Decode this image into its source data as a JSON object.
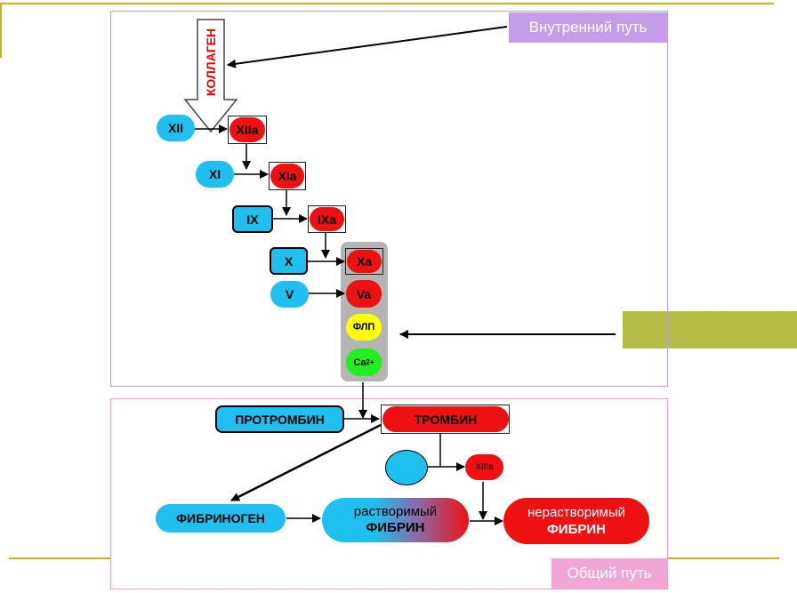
{
  "labels": {
    "internal_path": "Внутренний путь",
    "common_path": "Общий путь",
    "collagen": "КОЛЛАГЕН"
  },
  "factors": {
    "xii": "XII",
    "xiia": "XIIa",
    "xi": "XI",
    "xia": "XIa",
    "ix": "IX",
    "ixa": "IXa",
    "x": "X",
    "xa": "Xa",
    "v": "V",
    "va": "Va",
    "flp": "ФЛП",
    "ca": "Ca",
    "ca_sup": "2+",
    "xiiia": "XIIIa"
  },
  "common": {
    "prothrombin": "ПРОТРОМБИН",
    "thrombin": "ТРОМБИН",
    "fibrinogen": "ФИБРИНОГЕН",
    "soluble_fibrin_1": "растворимый",
    "soluble_fibrin_2": "ФИБРИН",
    "insoluble_fibrin_1": "нерастворимый",
    "insoluble_fibrin_2": "ФИБРИН"
  },
  "colors": {
    "gold": "#c9b21a",
    "olive_box": "#b5bd45",
    "internal_tag": "#c39ee6",
    "common_tag": "#f2a6d4",
    "cyan": "#1fc0f0",
    "red": "#ee1111",
    "yellow": "#ffff00",
    "green": "#22ee22"
  }
}
